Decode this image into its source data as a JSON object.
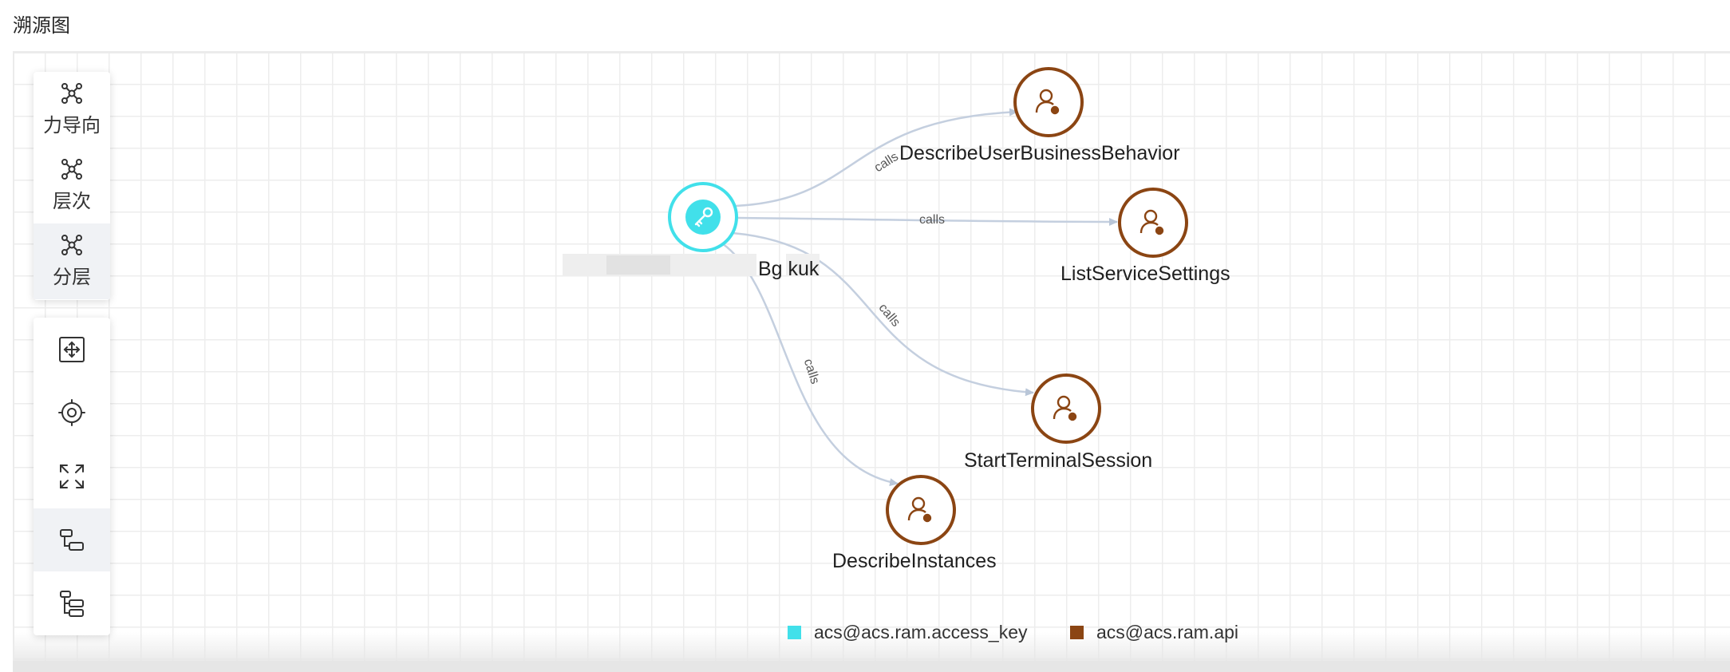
{
  "header": {
    "title": "溯源图"
  },
  "layout_panel": {
    "items": [
      {
        "label": "力导向",
        "icon": "force-layout-icon",
        "active": false
      },
      {
        "label": "层次",
        "icon": "hierarchy-layout-icon",
        "active": false
      },
      {
        "label": "分层",
        "icon": "layered-layout-icon",
        "active": true
      }
    ]
  },
  "tool_panel": {
    "items": [
      {
        "icon": "fit-view-icon"
      },
      {
        "icon": "center-focus-icon"
      },
      {
        "icon": "fullscreen-icon"
      },
      {
        "icon": "tree-collapse-icon",
        "active": true
      },
      {
        "icon": "tree-expand-icon"
      }
    ]
  },
  "graph": {
    "source": {
      "label": "Bg kuk",
      "type": "access_key",
      "color": "#41e0ea"
    },
    "targets": [
      {
        "label": "DescribeUserBusinessBehavior"
      },
      {
        "label": "ListServiceSettings"
      },
      {
        "label": "StartTerminalSession"
      },
      {
        "label": "DescribeInstances"
      }
    ],
    "edge_label": "calls",
    "target_color": "#8b4513"
  },
  "legend": {
    "items": [
      {
        "label": "acs@acs.ram.access_key",
        "color": "#41e0ea"
      },
      {
        "label": "acs@acs.ram.api",
        "color": "#8b4513"
      }
    ]
  }
}
